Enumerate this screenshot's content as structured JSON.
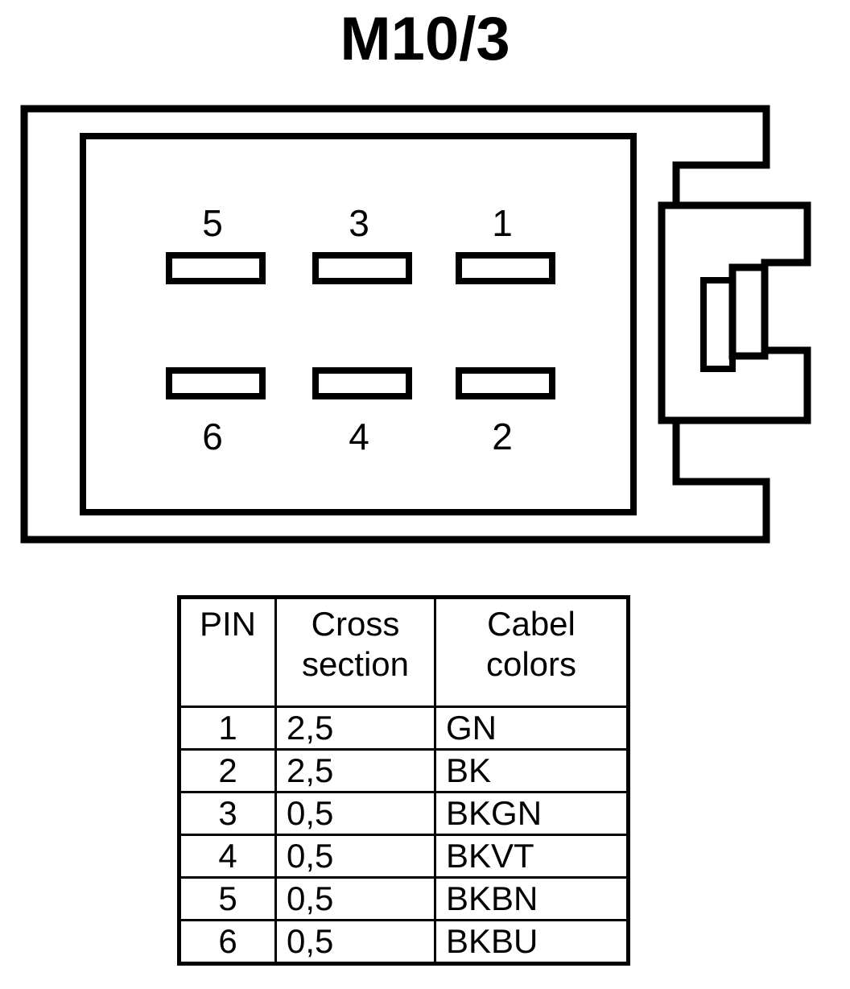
{
  "title": "M10/3",
  "connector": {
    "name": "6-way rectangular connector face view",
    "pin_labels_top": [
      "5",
      "3",
      "1"
    ],
    "pin_labels_bottom": [
      "6",
      "4",
      "2"
    ],
    "slot_count": 6,
    "line_color": "#000000",
    "fill_color": "#ffffff"
  },
  "table": {
    "headers": {
      "pin": "PIN",
      "cross_line1": "Cross",
      "cross_line2": "section",
      "colors_line1": "Cabel",
      "colors_line2": "colors"
    },
    "rows": [
      {
        "pin": "1",
        "cross": "2,5",
        "colors": "GN"
      },
      {
        "pin": "2",
        "cross": "2,5",
        "colors": "BK"
      },
      {
        "pin": "3",
        "cross": "0,5",
        "colors": "BKGN"
      },
      {
        "pin": "4",
        "cross": "0,5",
        "colors": "BKVT"
      },
      {
        "pin": "5",
        "cross": "0,5",
        "colors": "BKBN"
      },
      {
        "pin": "6",
        "cross": "0,5",
        "colors": "BKBU"
      }
    ]
  }
}
